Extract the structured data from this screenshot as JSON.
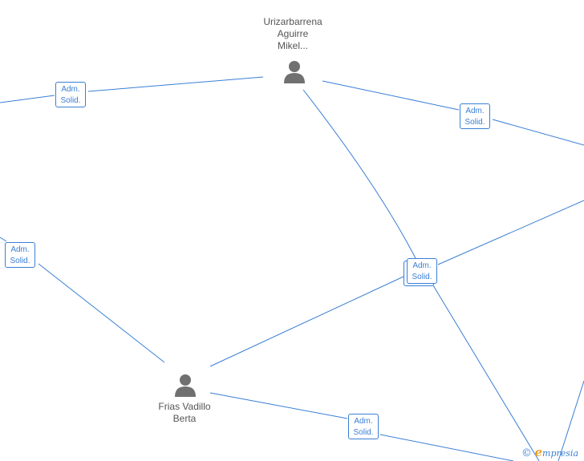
{
  "colors": {
    "edge": "#3a7fd5",
    "person": "#707070",
    "name_text": "#555555",
    "brand_orange": "#f0a020"
  },
  "persons": [
    {
      "id": "urizarbarrena",
      "name": "Urizarbarrena\nAguirre\nMikel...",
      "icon": "person-icon"
    },
    {
      "id": "frias",
      "name": "Frias Vadillo\nBerta",
      "icon": "person-icon"
    }
  ],
  "roles": [
    {
      "line1": "Adm.",
      "line2": "Solid."
    },
    {
      "line1": "Adm.",
      "line2": "Solid."
    },
    {
      "line1": "Adm.",
      "line2": "Solid."
    },
    {
      "line1": "Adm.",
      "line2": "Solid."
    },
    {
      "line1": "Adm.",
      "line2": "Solid."
    }
  ],
  "brand": {
    "copyright": "©",
    "e": "e",
    "rest": "mpresia"
  }
}
